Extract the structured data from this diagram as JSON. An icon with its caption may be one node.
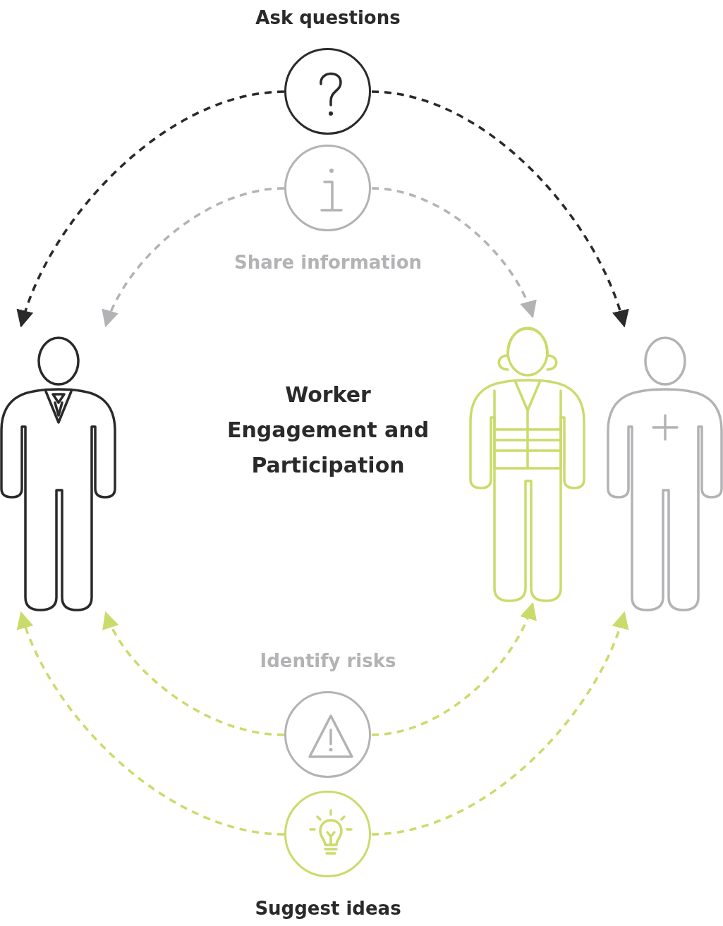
{
  "diagram": {
    "title": "Worker Engagement and Participation",
    "nodes": [
      {
        "text": [],
        "shape": "circle",
        "beside": [
          "Ask questions"
        ]
      },
      {
        "text": [],
        "shape": "circle",
        "beside": [
          "Share information"
        ]
      },
      {
        "text": [],
        "shape": "person"
      },
      {
        "text": [],
        "shape": "person"
      },
      {
        "text": [],
        "shape": "person"
      },
      {
        "text": [],
        "shape": "circle",
        "beside": [
          "Identify risks"
        ]
      },
      {
        "text": [],
        "shape": "circle",
        "beside": [
          "Suggest ideas"
        ]
      }
    ],
    "edges": [
      {
        "from": 0,
        "to": 2,
        "arrow": "to",
        "style": "dashed",
        "color": "#2a2a2a"
      },
      {
        "from": 0,
        "to": 4,
        "arrow": "to",
        "style": "dashed",
        "color": "#2a2a2a"
      },
      {
        "from": 1,
        "to": 2,
        "arrow": "to",
        "style": "dashed",
        "color": "#b3b3b5"
      },
      {
        "from": 1,
        "to": 3,
        "arrow": "to",
        "style": "dashed",
        "color": "#b3b3b5"
      },
      {
        "from": 5,
        "to": 2,
        "arrow": "to",
        "style": "dashed"
      },
      {
        "from": 5,
        "to": 3,
        "arrow": "to",
        "style": "dashed"
      },
      {
        "from": 6,
        "to": 2,
        "arrow": "to",
        "style": "dashed"
      },
      {
        "from": 6,
        "to": 4,
        "arrow": "to",
        "style": "dashed"
      }
    ]
  }
}
